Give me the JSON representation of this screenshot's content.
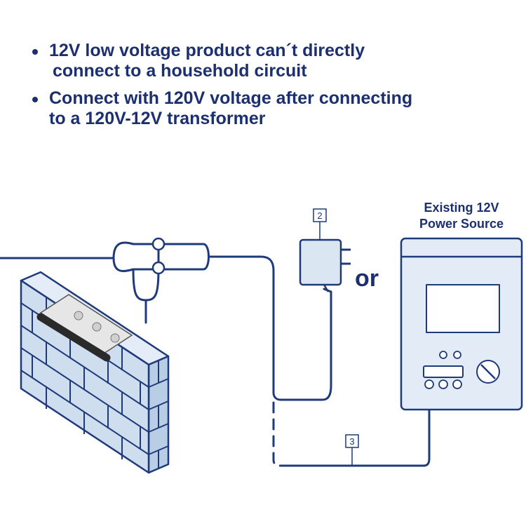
{
  "bullets": [
    {
      "line1": "12V low voltage product can´t directly",
      "line2": "connect to a household circuit"
    },
    {
      "line1": "Connect with 120V voltage after connecting",
      "line2": "to a 120V-12V transformer"
    }
  ],
  "diagram": {
    "or_label": "or",
    "adapter_callout": "2",
    "wire_callout": "3",
    "power_source_title_1": "Existing 12V",
    "power_source_title_2": "Power Source"
  },
  "colors": {
    "text": "#1c2f6e",
    "line": "#1f3a7a",
    "fill": "#dbe6f3",
    "brick_fill": "#cfdeef",
    "box_fill": "#e3ecf6"
  }
}
